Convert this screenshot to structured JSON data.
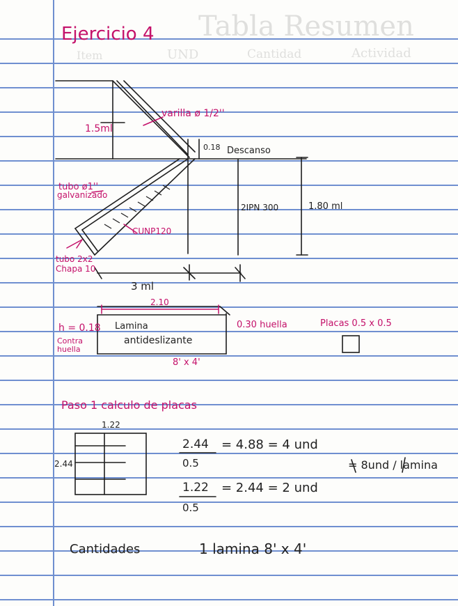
{
  "ghost": {
    "title": "Tabla Resumen",
    "col_item": "Item",
    "col_unit": "UND",
    "col_qty": "Cantidad",
    "col_activity": "Actividad"
  },
  "title": "Ejercicio 4",
  "diagram": {
    "varilla": "varilla ø 1/2''",
    "height_left": "1.5ml",
    "descanso_h": "0.18",
    "descanso": "Descanso",
    "tubo_galv_1": "tubo ø1''",
    "tubo_galv_2": "galvanizado",
    "ipn": "2IPN 300",
    "height_right": "1.80 ml",
    "upn": "CUNP120",
    "tubo_chapa_1": "tubo 2x2",
    "tubo_chapa_2": "Chapa 10",
    "span": "3 ml"
  },
  "sheet": {
    "width": "2.10",
    "h": "h = 0.18",
    "contra_1": "Contra",
    "contra_2": "huella",
    "lamina_1": "Lamina",
    "lamina_2": "antideslizante",
    "huella": "0.30 huella",
    "placas": "Placas 0.5 x 0.5",
    "size": "8' x 4'"
  },
  "paso": {
    "heading": "Paso 1  calculo de placas",
    "grid_w": "1.22",
    "grid_h": "2.44",
    "f1_num": "2.44",
    "f1_den": "0.5",
    "f1_res": "= 4.88 = 4 und",
    "f2_num": "1.22",
    "f2_den": "0.5",
    "f2_res": "= 2.44 = 2 und",
    "total": "= 8und / lamina"
  },
  "summary": {
    "label": "Cantidades",
    "value": "1 lamina  8' x 4'"
  }
}
